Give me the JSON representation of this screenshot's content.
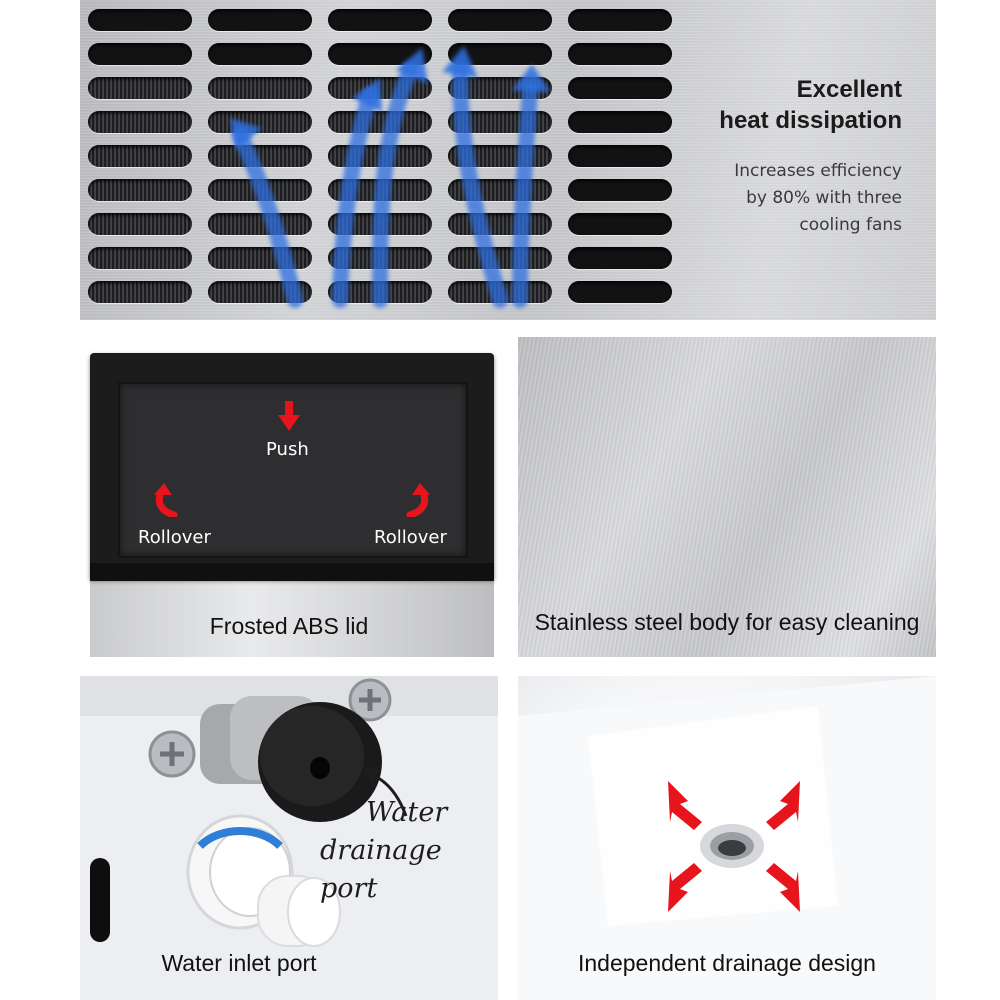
{
  "heat_panel": {
    "title_line1": "Excellent",
    "title_line2": "heat dissipation",
    "desc_line1": "Increases efficiency",
    "desc_line2": "by 80% with three",
    "desc_line3": "cooling fans"
  },
  "lid_panel": {
    "push_label": "Push",
    "rollover_left": "Rollover",
    "rollover_right": "Rollover",
    "caption": "Frosted ABS lid"
  },
  "steel_panel": {
    "caption": "Stainless steel body for easy cleaning"
  },
  "port_panel": {
    "annotation_line1": "Water",
    "annotation_line2": "drainage port",
    "caption": "Water inlet port"
  },
  "drain_panel": {
    "caption": "Independent drainage design"
  },
  "colors": {
    "airflow_blue": "#2f6fe0",
    "arrow_red": "#e8141b",
    "steel": "#cfd0d3",
    "lid_black": "#1c1c1d"
  }
}
